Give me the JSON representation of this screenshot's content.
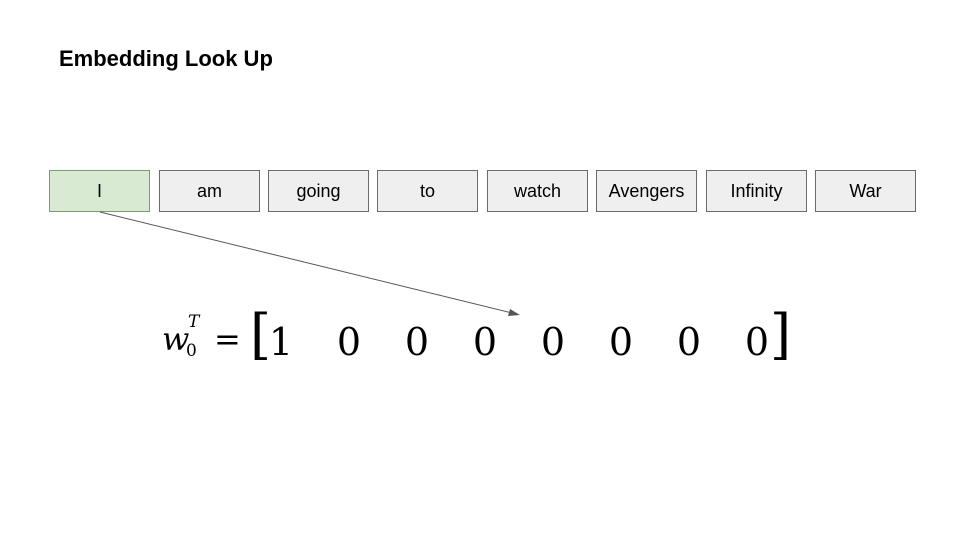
{
  "title": "Embedding Look Up",
  "tokens": [
    "I",
    "am",
    "going",
    "to",
    "watch",
    "Avengers",
    "Infinity",
    "War"
  ],
  "selected_index": 0,
  "equation": {
    "lhs_base": "w",
    "lhs_superscript": "T",
    "lhs_subscript": "0",
    "operator": "=",
    "left_bracket": "[",
    "right_bracket": "]",
    "vector": [
      "1",
      "0",
      "0",
      "0",
      "0",
      "0",
      "0",
      "0"
    ]
  },
  "colors": {
    "selected_fill": "#d9ead3",
    "token_fill": "#efefef",
    "arrow": "#555555"
  }
}
